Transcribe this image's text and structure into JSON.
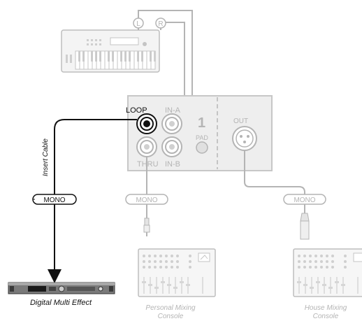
{
  "keyboard": {
    "left_label": "L",
    "right_label": "R"
  },
  "module": {
    "channel_number": "1",
    "loop_label": "LOOP",
    "in_a_label": "IN-A",
    "in_b_label": "IN-B",
    "thru_label": "THRU",
    "pad_label": "PAD",
    "out_label": "OUT"
  },
  "cables": {
    "insert_label": "Insert Cable",
    "mono_insert": "MONO",
    "mono_thru": "MONO",
    "mono_out": "MONO"
  },
  "devices": {
    "effect_label": "Digital Multi Effect",
    "personal_line1": "Personal Mixing",
    "personal_line2": "Console",
    "house_line1": "House Mixing",
    "house_line2": "Console"
  },
  "colors": {
    "active": "#111111",
    "faded": "#b4b4b4",
    "faded_fill": "#ececec",
    "panel_fill": "#eeeeee"
  }
}
